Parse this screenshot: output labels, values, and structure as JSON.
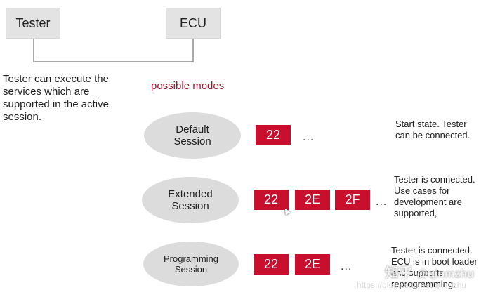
{
  "nodes": {
    "tester": "Tester",
    "ecu": "ECU"
  },
  "description": {
    "line1": "Tester can execute the",
    "line2": "services which are",
    "line3": "supported in the active",
    "line4": "session."
  },
  "modes_heading": "possible modes",
  "sessions": [
    {
      "name_line1": "Default",
      "name_line2": "Session",
      "services": [
        "22"
      ],
      "ellipsis": "...",
      "note": [
        "Start state. Tester",
        "can be connected."
      ]
    },
    {
      "name_line1": "Extended",
      "name_line2": "Session",
      "services": [
        "22",
        "2E",
        "2F"
      ],
      "ellipsis": "...",
      "note": [
        "Tester is connected.",
        "Use cases for",
        "development are",
        "supported,"
      ]
    },
    {
      "name_line1": "Programming",
      "name_line2": "Session",
      "services": [
        "22",
        "2E"
      ],
      "ellipsis": "...",
      "note": [
        "Tester is connected.",
        "ECU is in boot loader",
        "and supports",
        "reprogramming."
      ]
    }
  ],
  "watermark": {
    "logo": "知乎",
    "handle": "@qinmzhu",
    "url": "https://blog.csdn.net/qinmzhu"
  },
  "colors": {
    "accent": "#c8102e",
    "label_red": "#a8102c",
    "node_bg": "#e3e3e3",
    "ellipse_bg": "#dcdcdc"
  }
}
